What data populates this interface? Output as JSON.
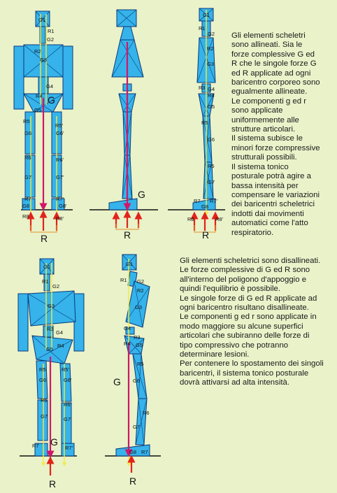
{
  "paragraph_top": [
    "Gli elementi scheletri",
    "sono allineati. Sia le",
    "forze complessive G ed",
    "R che le singole forze G",
    "ed R applicate ad ogni",
    "baricentro corporeo sono",
    "egualmente allineate.",
    "Le componenti g ed r",
    "sono applicate",
    "uniformemente alle",
    "strutture articolari.",
    "Il sistema subisce le",
    "minori forze compressive",
    "strutturali possibili.",
    "Il sistema tonico",
    "posturale potrà agire a",
    "bassa intensità per",
    "compensare le variazioni",
    "dei baricentri scheletrici",
    "indotti dai movimenti",
    "automatici come l'atto",
    "respiratorio."
  ],
  "paragraph_bottom": [
    "Gli elementi scheletrici sono disallineati.",
    "Le forze complessive di G ed R sono",
    "all'interno del poligono d'appoggio e",
    "quindi l'equilibrio è possibile.",
    "Le singole forze di G ed R applicate ad",
    "ogni baricentro risultano disallineate.",
    "Le componenti g ed r sono applicate in",
    "modo maggiore su alcune superfici",
    "articolari che subiranno delle forze di",
    "tipo compressivo che potranno",
    "determinare lesioni.",
    "Per contenere lo spostamento dei singoli",
    "baricentri, il sistema tonico posturale",
    "dovrà attivarsi ad alta intensità."
  ],
  "labels": {
    "G": "G",
    "R": "R",
    "G1": "G1",
    "G2": "G2",
    "G3": "G3",
    "G4": "G4",
    "G5": "G5",
    "G6": "G6",
    "G6p": "G6'",
    "G7": "G7",
    "G7p": "G7'",
    "G8": "G8",
    "G8p": "G8'",
    "R1": "R1",
    "R2": "R2",
    "R3": "R3",
    "R4": "R4",
    "R5": "R5",
    "R5p": "R5'",
    "R6": "R6",
    "R6p": "R6'",
    "R7": "R7",
    "R7p": "R7'",
    "R8": "R8",
    "R8p": "R8'"
  },
  "colors": {
    "background": "#e9f2c9",
    "bone": "#35b3ea",
    "outline": "#0b3a7a",
    "gravity_line": "#d1166a",
    "reaction_arrow": "#e2231a",
    "component_line": "#f4ea3a"
  }
}
